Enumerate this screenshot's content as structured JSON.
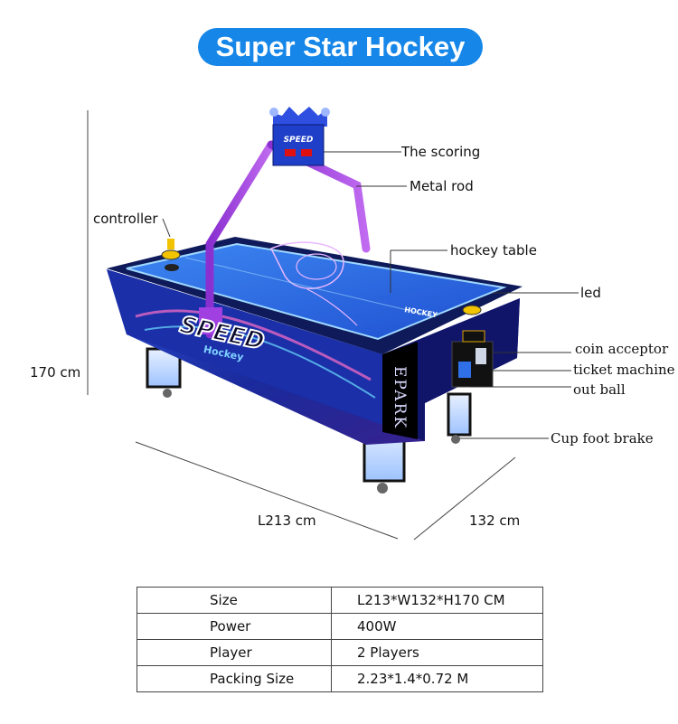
{
  "title": "Super Star Hockey",
  "machine": {
    "scoreboard_text": "SPEED",
    "side_logo_main": "SPEED",
    "side_logo_sub": "Hockey",
    "side_brand": "EPARK",
    "table_text": "HOCKEY"
  },
  "callouts": {
    "scoring": "The scoring",
    "metal_rod": "Metal rod",
    "controller": "controller",
    "hockey_table": "hockey table",
    "led": "led",
    "coin_acceptor": "coin acceptor",
    "ticket_machine": "ticket machine",
    "out_ball": "out ball",
    "cup_foot_brake": "Cup foot  brake"
  },
  "dimensions": {
    "height": "170 cm",
    "length": "L213 cm",
    "width": "132 cm"
  },
  "specs": [
    {
      "key": "Size",
      "value": "L213*W132*H170 CM"
    },
    {
      "key": "Power",
      "value": "400W"
    },
    {
      "key": "Player",
      "value": "2 Players"
    },
    {
      "key": "Packing Size",
      "value": "2.23*1.4*0.72  M"
    }
  ],
  "colors": {
    "title_bg": "#1687e8",
    "cabinet_blue": "#1c3fb5",
    "rod_purple": "#a040e0",
    "surface_blue": "#2f6fe8"
  }
}
